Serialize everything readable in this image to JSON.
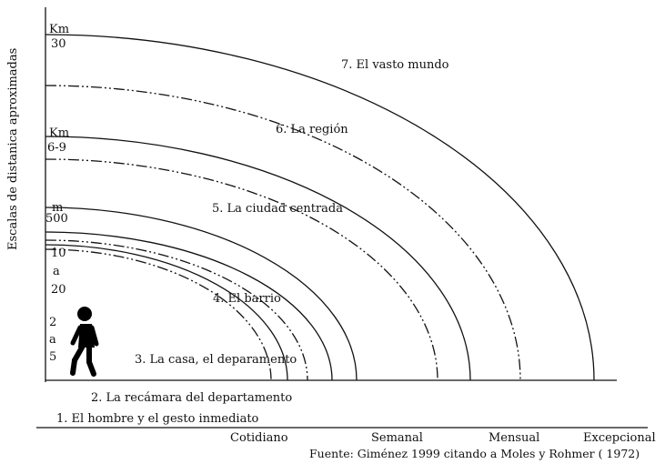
{
  "y_axis_label": "Escalas de distanica aproximadas",
  "y_ticks": [
    {
      "key": "km30",
      "lines": [
        "Km",
        "30"
      ]
    },
    {
      "key": "km69",
      "lines": [
        "Km",
        "6-9"
      ]
    },
    {
      "key": "m500",
      "lines": [
        "m",
        "500"
      ]
    },
    {
      "key": "m1020",
      "lines": [
        "10",
        "a",
        "20"
      ]
    },
    {
      "key": "m25",
      "lines": [
        "2",
        "a",
        "5"
      ]
    }
  ],
  "x_ticks": [
    "Cotidiano",
    "Semanal",
    "Mensual",
    "Excepcional"
  ],
  "levels": [
    {
      "id": "level-1",
      "label": "1. El hombre y el gesto inmediato"
    },
    {
      "id": "level-2",
      "label": "2. La recámara del departamento"
    },
    {
      "id": "level-3",
      "label": "3. La casa, el deparamento"
    },
    {
      "id": "level-4",
      "label": "4. El barrio"
    },
    {
      "id": "level-5",
      "label": "5. La ciudad centrada"
    },
    {
      "id": "level-6",
      "label": "6. La región"
    },
    {
      "id": "level-7",
      "label": "7. El vasto mundo"
    }
  ],
  "source": "Fuente: Giménez 1999 citando a Moles y Rohmer ( 1972)",
  "colors": {
    "ink": "#111111",
    "figure": "#000000",
    "background": "#ffffff"
  },
  "icons": {
    "person": "walking-person-icon"
  }
}
